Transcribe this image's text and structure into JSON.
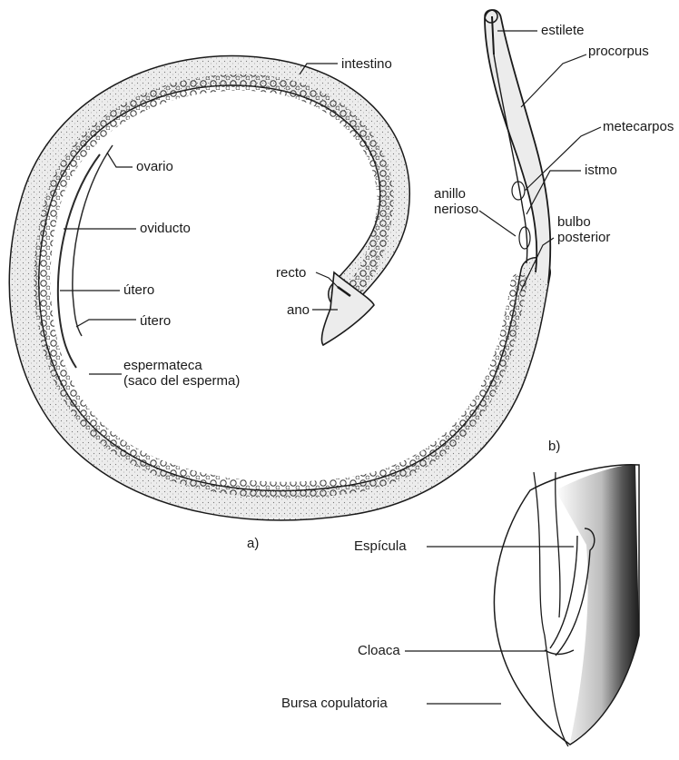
{
  "labels": {
    "intestino": "intestino",
    "ovario": "ovario",
    "oviducto": "oviducto",
    "utero1": "útero",
    "utero2": "útero",
    "espermateca": "espermateca\n(saco del esperma)",
    "recto": "recto",
    "ano": "ano",
    "estilete": "estilete",
    "procorpus": "procorpus",
    "metecarpos": "metecarpos",
    "istmo": "istmo",
    "anillo": "anillo\nnerioso",
    "bulbo": "bulbo\nposterior",
    "fig_a": "a)",
    "fig_b": "b)",
    "espicula": "Espícula",
    "cloaca": "Cloaca",
    "bursa": "Bursa copulatoria"
  },
  "colors": {
    "ink": "#1a1a1a",
    "body_fill": "#ececec",
    "gut_fill": "#d9d9d9",
    "tail_dark": "#2b2b2b"
  }
}
